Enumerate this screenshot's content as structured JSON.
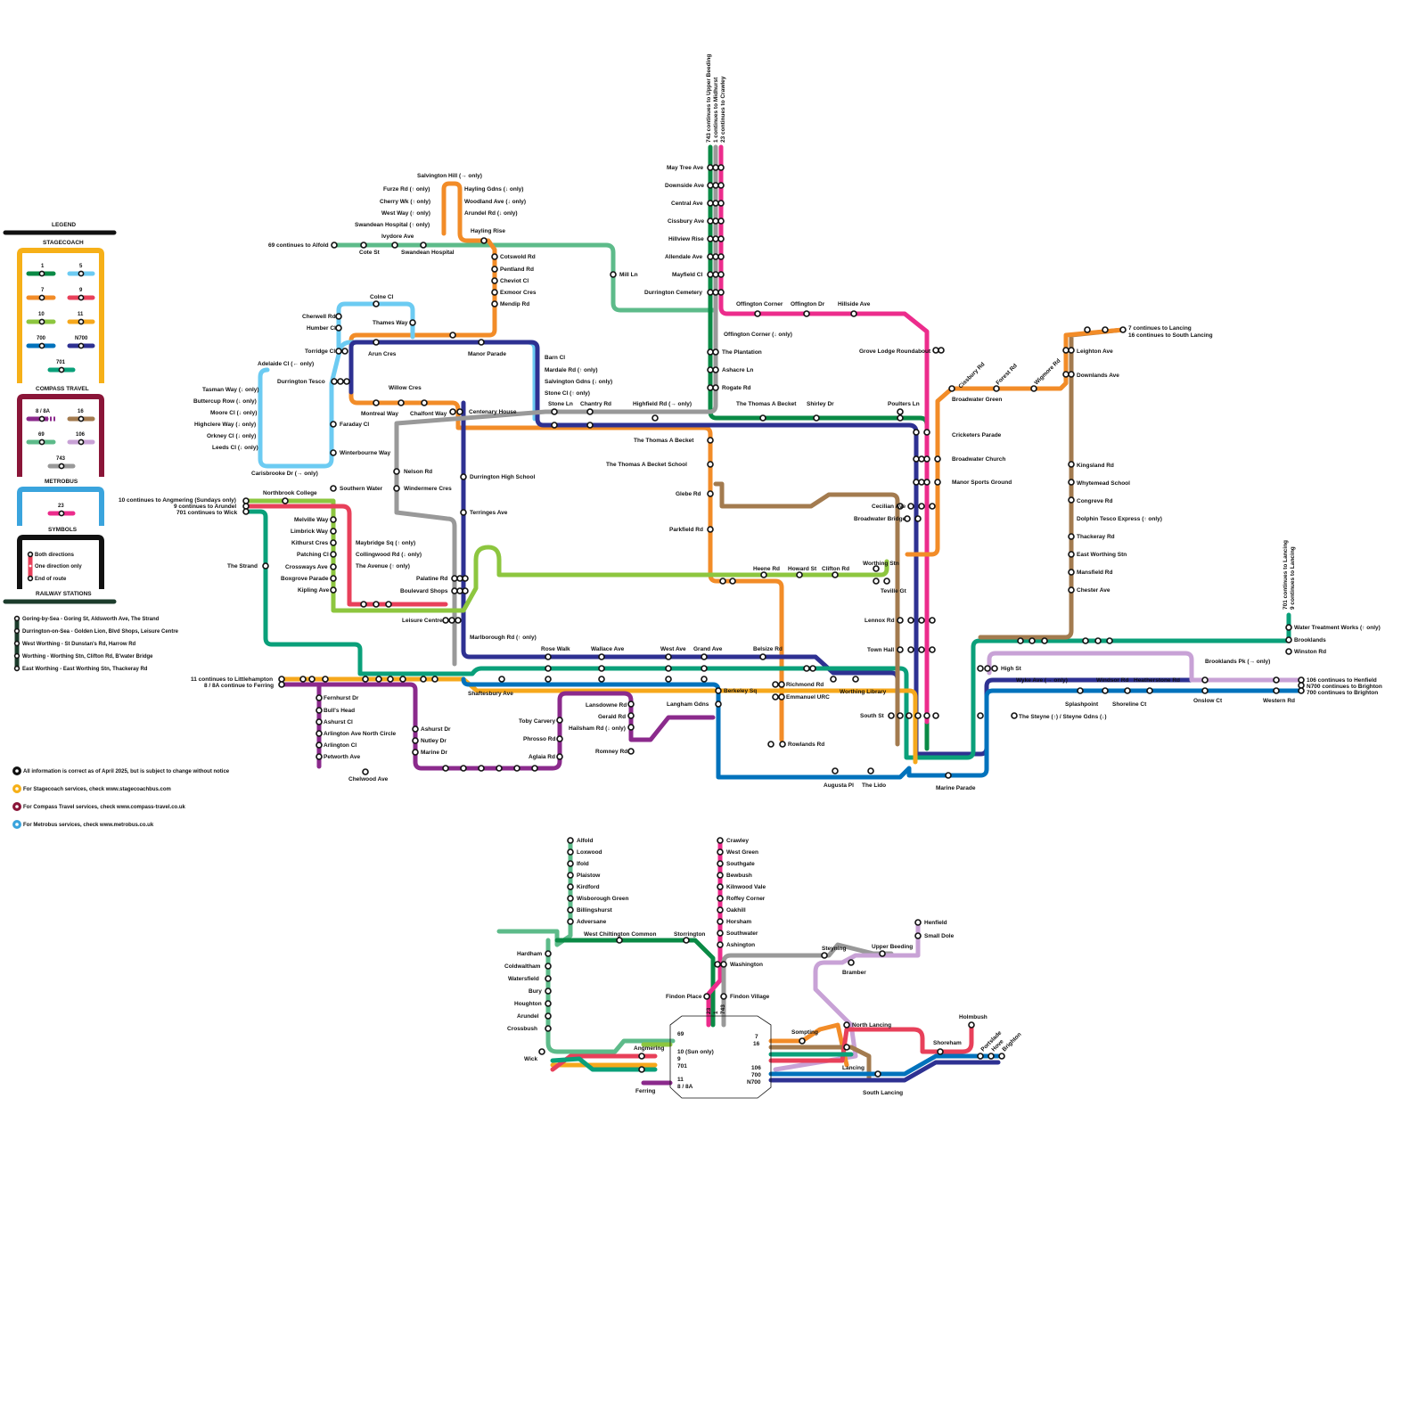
{
  "colors": {
    "r1": "#0a8a45",
    "r5": "#6ccbf2",
    "r7": "#f28c28",
    "r9": "#e8405a",
    "r10": "#8dc63f",
    "r11": "#f6a81c",
    "r700": "#0072bc",
    "rN700": "#2e3192",
    "r701": "#0aa07a",
    "r8": "#8b2a8c",
    "r16": "#a37b4f",
    "r69": "#5dbb8a",
    "r106": "#c8a2d6",
    "r743": "#999999",
    "r23": "#ec2c8c",
    "rail": "#1c3c2c",
    "stagecoach": "#f6b018",
    "compass": "#8a1538",
    "metrobus": "#3aa4dd"
  },
  "legend": {
    "title": "LEGEND",
    "stagecoach": "STAGECOACH",
    "compass": "COMPASS TRAVEL",
    "metrobus": "METROBUS",
    "symbols": "SYMBOLS",
    "railway": "RAILWAY STATIONS",
    "routes_stagecoach": [
      "1",
      "5",
      "7",
      "9",
      "10",
      "11",
      "700",
      "N700",
      "701"
    ],
    "routes_compass": [
      "8 / 8A",
      "16",
      "69",
      "106",
      "743"
    ],
    "routes_metrobus": [
      "23"
    ],
    "sym_both": "Both directions",
    "sym_one": "One direction only",
    "sym_end": "End of route",
    "stations": [
      "Goring-by-Sea - Goring St, Aldsworth Ave, The Strand",
      "Durrington-on-Sea - Golden Lion, Blvd Shops, Leisure Centre",
      "West Worthing - St Dunstan's Rd, Harrow Rd",
      "Worthing - Worthing Stn, Clifton Rd, B'water Bridge",
      "East Worthing - East Worthing Stn, Thackeray Rd"
    ],
    "notes": [
      "All information is correct as of April 2025, but is subject to change without notice",
      "For Stagecoach services, check www.stagecoachbus.com",
      "For Compass Travel services, check www.compass-travel.co.uk",
      "For Metrobus services, check www.metrobus.co.uk"
    ]
  },
  "stations_left": [
    "Salvington Hill (→ only)",
    "Furze Rd (↑ only)",
    "Hayling Gdns (↓ only)",
    "Cherry Wk (↑ only)",
    "Woodland Ave (↓ only)",
    "West Way (↑ only)",
    "Arundel Rd (↓ only)",
    "Swandean Hospital (↑ only)",
    "Hayling Rise",
    "Ivydore Ave",
    "69 continues to Alfold",
    "Cote St",
    "Swandean Hospital",
    "Cotswold Rd",
    "Pentland Rd",
    "Cheviot Cl",
    "Exmoor Cres",
    "Mendip Rd",
    "Mill Ln",
    "Colne Cl",
    "Cherwell Rd",
    "Humber Cl",
    "Thames Way",
    "Torridge Cl",
    "Arun Cres",
    "Manor Parade",
    "Adelaide Cl (← only)",
    "Durrington Tesco",
    "Willow Cres",
    "Tasman Way (↓ only)",
    "Buttercup Row (↓ only)",
    "Moore Cl (↓ only)",
    "Highclere Way (↓ only)",
    "Orkney Cl (↓ only)",
    "Leeds Cl (↓ only)",
    "Carisbrooke Dr (→ only)",
    "Montreal Way",
    "Chalfont Way",
    "Centenary House",
    "Faraday Cl",
    "Winterbourne Way",
    "Nelson Rd",
    "Windermere Cres",
    "Durrington High School",
    "Southern Water",
    "Terringes Ave",
    "Northbrook College",
    "Melville Way",
    "Limbrick Way",
    "Kithurst Cres",
    "Patching Cl",
    "Crossways Ave",
    "Boxgrove Parade",
    "Kipling Ave",
    "Maybridge Sq (↑ only)",
    "Collingwood Rd (↓ only)",
    "The Avenue (↑ only)",
    "Palatine Rd",
    "Boulevard Shops",
    "Leisure Centre",
    "Marlborough Rd (↑ only)",
    "The Strand",
    "10 continues to Angmering (Sundays only)",
    "9 continues to Arundel",
    "701 continues to Wick",
    "11 continues to Littlehampton",
    "8 / 8A continue to Ferring",
    "Shaftesbury Ave",
    "Fernhurst Dr",
    "Bull's Head",
    "Ashurst Cl",
    "Arlington Ave North Circle",
    "Arlington Cl",
    "Petworth Ave",
    "Chelwood Ave",
    "Ashurst Dr",
    "Nutley Dr",
    "Marine Dr",
    "Rose Walk",
    "Wallace Ave",
    "West Ave",
    "Grand Ave",
    "Lansdowne Rd",
    "Gerald Rd",
    "Hailsham Rd (↓ only)",
    "Romney Rd",
    "Toby Carvery",
    "Phrosso Rd",
    "Aglaia Rd"
  ],
  "stations_right": [
    "743 continues to Upper Beeding",
    "1 continues to Midhurst",
    "23 continues to Crawley",
    "May Tree Ave",
    "Downside Ave",
    "Central Ave",
    "Cissbury Ave",
    "Hillview Rise",
    "Allendale Ave",
    "Mayfield Cl",
    "Durrington Cemetery",
    "Offington Corner",
    "Offington Dr",
    "Hillside Ave",
    "Offington Corner (↓ only)",
    "The Plantation",
    "Ashacre Ln",
    "Rogate Rd",
    "Grove Lodge Roundabout",
    "Barn Cl",
    "Mardale Rd (↑ only)",
    "Salvington Gdns (↓ only)",
    "Stone Cl (↑ only)",
    "Stone Ln",
    "Chantry Rd",
    "Highfield Rd (→ only)",
    "The Thomas A Becket",
    "Shirley Dr",
    "Poulters Ln",
    "Broadwater Green",
    "Cricketers Parade",
    "Broadwater Church",
    "Manor Sports Ground",
    "The Thomas A Becket School",
    "Glebe Rd",
    "Parkfield Rd",
    "Cecilian Ave",
    "Broadwater Bridge",
    "Heene Rd",
    "Howard St",
    "Clifton Rd",
    "Worthing Stn",
    "Teville Gt",
    "Lennox Rd",
    "Town Hall",
    "South St",
    "Belsize Rd",
    "Richmond Rd",
    "Emmanuel URC",
    "Worthing Library",
    "Berkeley Sq",
    "Langham Gdns",
    "Rowlands Rd",
    "Augusta Pl",
    "The Lido",
    "Marine Parade",
    "Cissbury Rd",
    "Forest Rd",
    "Wigmore Rd",
    "7 continues to Lancing",
    "16 continues to South Lancing",
    "Leighton Ave",
    "Downlands Ave",
    "Kingsland Rd",
    "Whytemead School",
    "Congreve Rd",
    "Dolphin Tesco Express (↑ only)",
    "Thackeray Rd",
    "East Worthing Stn",
    "Mansfield Rd",
    "Chester Ave",
    "High St",
    "Wyke Ave (→ only)",
    "Windsor Rd",
    "Heatherstone Rd",
    "Splashpoint",
    "Shoreline Ct",
    "The Steyne (↑) / Steyne Gdns (↓)",
    "Brooklands Pk (→ only)",
    "Onslow Ct",
    "Western Rd",
    "Water Treatment Works (↑ only)",
    "Brooklands",
    "Winston Rd",
    "106 continues to Henfield",
    "N700 continues to Brighton",
    "700 continues to Brighton",
    "701 continues to Lancing",
    "9 continues to Lancing"
  ],
  "stations_lower": [
    "Alfold",
    "Loxwood",
    "Ifold",
    "Plaistow",
    "Kirdford",
    "Wisborough Green",
    "Billingshurst",
    "Adversane",
    "West Chiltington Common",
    "Storrington",
    "Hardham",
    "Coldwaltham",
    "Watersfield",
    "Bury",
    "Houghton",
    "Arundel",
    "Crossbush",
    "Wick",
    "Crawley",
    "West Green",
    "Southgate",
    "Bewbush",
    "Kilnwood Vale",
    "Roffey Corner",
    "Oakhill",
    "Horsham",
    "Southwater",
    "Ashington",
    "Washington",
    "Findon Place",
    "Findon Village",
    "Steyning",
    "Upper Beeding",
    "Bramber",
    "Henfield",
    "Small Dole",
    "Sompting",
    "North Lancing",
    "Lancing",
    "South Lancing",
    "Shoreham",
    "Holmbush",
    "Portslade",
    "Hove",
    "Brighton",
    "Angmering",
    "Ferring",
    "69",
    "10 (Sun only)",
    "9",
    "701",
    "11",
    "8 / 8A",
    "7",
    "16",
    "106",
    "700",
    "N700",
    "23",
    "1",
    "743"
  ]
}
